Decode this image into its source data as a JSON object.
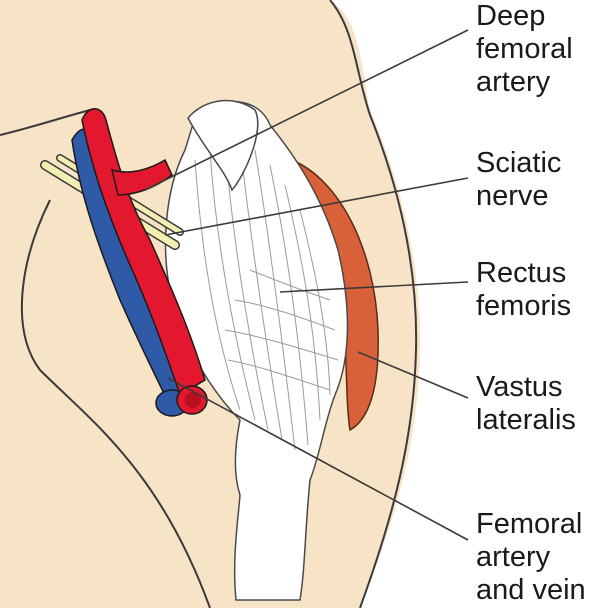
{
  "labels": {
    "deep_femoral_artery": [
      "Deep",
      "femoral",
      "artery"
    ],
    "sciatic_nerve": [
      "Sciatic",
      "nerve"
    ],
    "rectus_femoris": [
      "Rectus",
      "femoris"
    ],
    "vastus_lateralis": [
      "Vastus",
      "lateralis"
    ],
    "femoral_artery_vein": [
      "Femoral",
      "artery",
      "and vein"
    ]
  },
  "colors": {
    "skin": "#f7e3c6",
    "skin_outline": "#3a3a3a",
    "artery": "#e3172e",
    "vein": "#2f5aa8",
    "nerve": "#f3eeb2",
    "muscle_white": "#ffffff",
    "muscle_lines": "#9a9a9a",
    "vastus": "#d8613a"
  }
}
